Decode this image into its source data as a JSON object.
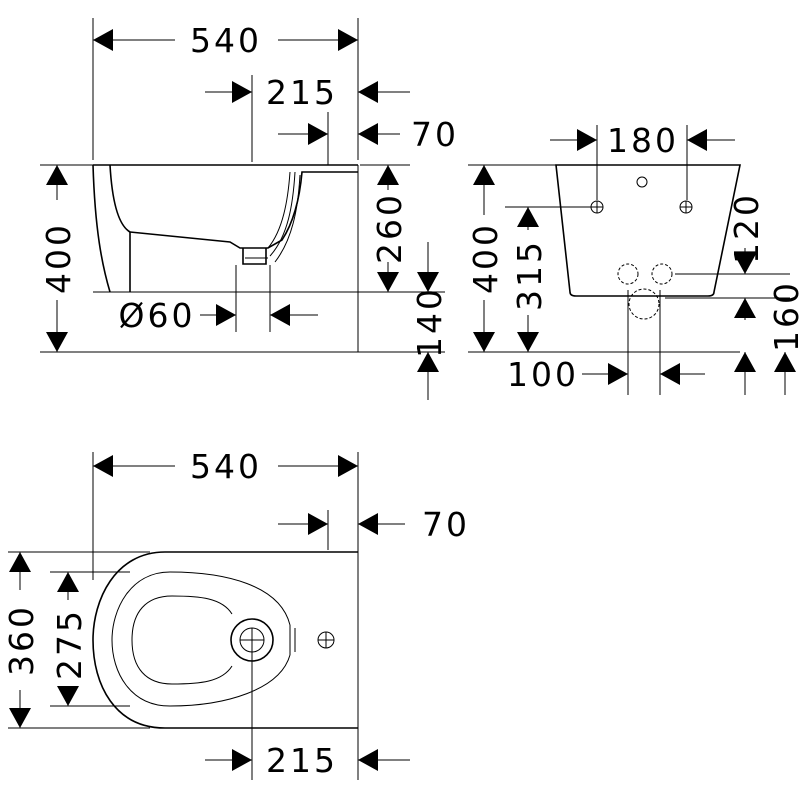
{
  "side_view": {
    "dimensions": {
      "overall_length": "540",
      "outlet_distance": "215",
      "wall_offset": "70",
      "overall_height": "400",
      "upper_height": "260",
      "lower_height": "140",
      "outlet_diameter": "Ø60"
    }
  },
  "rear_view": {
    "dimensions": {
      "fixing_spacing": "180",
      "overall_height": "400",
      "fixing_height": "315",
      "fixing_drop": "120",
      "supply_height": "160",
      "supply_offset": "100"
    }
  },
  "top_view": {
    "dimensions": {
      "overall_length": "540",
      "wall_offset": "70",
      "overall_width": "360",
      "bowl_width": "275",
      "outlet_distance": "215"
    }
  }
}
